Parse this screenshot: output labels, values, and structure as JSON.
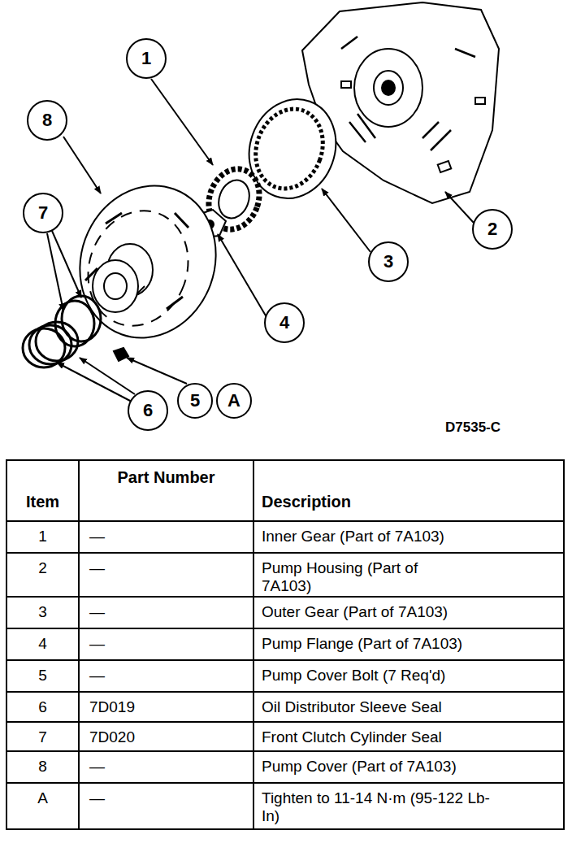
{
  "diagram": {
    "nodes": [
      {
        "text": [
          "1"
        ]
      },
      {
        "text": [
          "8"
        ]
      },
      {
        "text": [
          "7"
        ]
      },
      {
        "text": [
          "2"
        ]
      },
      {
        "text": [
          "3"
        ]
      },
      {
        "text": [
          "4"
        ]
      },
      {
        "text": [
          "6"
        ]
      },
      {
        "text": [
          "5"
        ]
      },
      {
        "text": [
          "A"
        ]
      }
    ],
    "labels": [
      "D7535-C",
      "Item",
      "Part Number",
      "Description",
      "1",
      "—",
      "Inner Gear (Part of 7A103)",
      "2",
      "—",
      "Pump Housing (Part of 7A103)",
      "3",
      "—",
      "Outer Gear (Part of 7A103)",
      "4",
      "—",
      "Pump Flange (Part of 7A103)",
      "5",
      "—",
      "Pump Cover Bolt (7 Req'd)",
      "6",
      "7D019",
      "Oil Distributor Sleeve Seal",
      "7",
      "7D020",
      "Front Clutch Cylinder Seal",
      "8",
      "—",
      "Pump Cover (Part of 7A103)",
      "A",
      "—",
      "Tighten to 11-14 N·m (95-122 Lb-In)"
    ]
  }
}
